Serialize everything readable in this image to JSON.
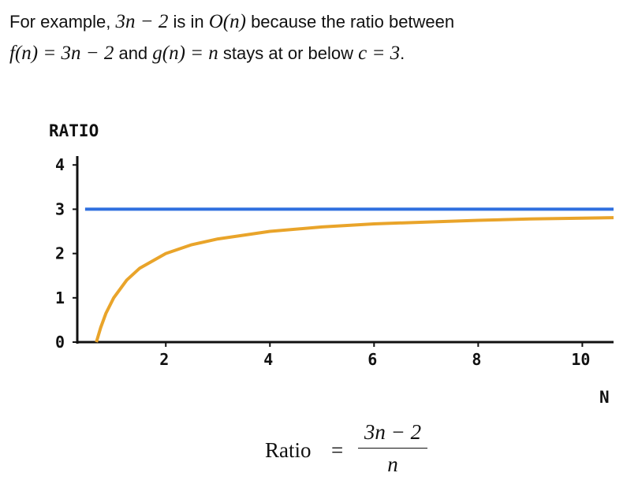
{
  "intro": {
    "part1": "For example, ",
    "expr1": "3n − 2",
    "part2": " is in ",
    "expr2": "O(n)",
    "part3": " because the ratio between",
    "expr3": "f(n) = 3n − 2",
    "part4": " and ",
    "expr4": "g(n) = n",
    "part5": " stays at or below ",
    "expr5": "c = 3",
    "part6": "."
  },
  "formula": {
    "lhs": "Ratio",
    "eq": "=",
    "numerator": "3n − 2",
    "denominator": "n"
  },
  "chart_data": {
    "type": "line",
    "ylabel": "RATIO",
    "xlabel": "N",
    "xlim": [
      0.3,
      10.6
    ],
    "ylim": [
      0,
      4.2
    ],
    "xticks": [
      2,
      4,
      6,
      8,
      10
    ],
    "yticks": [
      0,
      1,
      2,
      3,
      4
    ],
    "grid": false,
    "series": [
      {
        "color": "#2f6fdf",
        "x": [
          0.45,
          10.6
        ],
        "y": [
          3,
          3
        ]
      },
      {
        "color": "#e9a42a",
        "x": [
          0.6667,
          0.75,
          0.85,
          1,
          1.25,
          1.5,
          2,
          2.5,
          3,
          4,
          5,
          6,
          7,
          8,
          9,
          10,
          10.6
        ],
        "y": [
          0,
          0.33,
          0.65,
          1,
          1.4,
          1.67,
          2,
          2.2,
          2.33,
          2.5,
          2.6,
          2.67,
          2.71,
          2.75,
          2.78,
          2.8,
          2.81
        ]
      }
    ]
  }
}
